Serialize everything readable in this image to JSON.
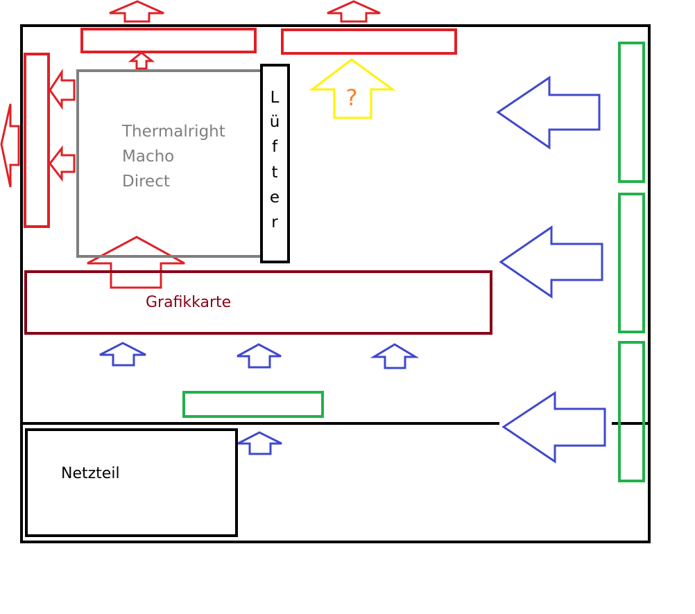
{
  "colors": {
    "case": "#000000",
    "exhaust": "#e02027",
    "intake": "#3f48cc",
    "fan_green": "#22b14c",
    "cooler": "#7f7f7f",
    "gpu": "#880015",
    "unknown": "#fff200",
    "question": "#ff7f27",
    "text_dark": "#000000"
  },
  "labels": {
    "cooler": [
      "Thermalright",
      "Macho",
      "Direct"
    ],
    "fan_letters": [
      "L",
      "ü",
      "f",
      "t",
      "e",
      "r"
    ],
    "gpu": "Grafikkarte",
    "psu": "Netzteil",
    "question_mark": "?"
  },
  "icons": {
    "exhaust_arrow": "arrow-outline-icon",
    "intake_arrow": "arrow-outline-icon"
  }
}
